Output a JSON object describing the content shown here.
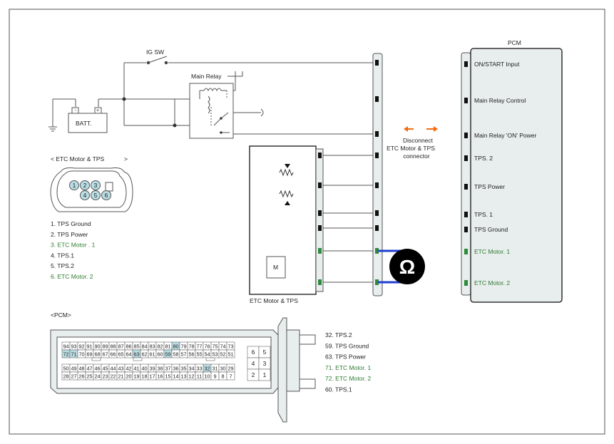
{
  "labels": {
    "ig_sw": "IG SW",
    "main_relay": "Main Relay",
    "battery": "BATT.",
    "battery_neg": "-",
    "battery_pos": "+",
    "pcm_box_title": "PCM",
    "etc_box_title": "ETC Motor & TPS",
    "disconnect_note": [
      "Disconnect",
      "ETC Motor & TPS",
      "connector"
    ],
    "connector_title": "< ETC Motor & TPS",
    "connector_title_arrow": ">",
    "pcm_connector_title": "<PCM>",
    "ohmmeter_symbol": "Ω",
    "motor_symbol": "M"
  },
  "pcm_terminals": [
    {
      "label": "ON/START Input",
      "green": false
    },
    {
      "label": "Main Relay Control",
      "green": false
    },
    {
      "label": "Main Relay 'ON' Power",
      "green": false
    },
    {
      "label": "TPS. 2",
      "green": false
    },
    {
      "label": "TPS Power",
      "green": false
    },
    {
      "label": "TPS. 1",
      "green": false
    },
    {
      "label": "TPS Ground",
      "green": false
    },
    {
      "label": "ETC Motor. 1",
      "green": true
    },
    {
      "label": "ETC Motor. 2",
      "green": true
    }
  ],
  "etc_connector": {
    "pins": [
      "1",
      "2",
      "3",
      "4",
      "5",
      "6"
    ],
    "pin_legend": [
      {
        "text": "1. TPS Ground",
        "green": false
      },
      {
        "text": "2.   TPS Power",
        "green": false
      },
      {
        "text": "3. ETC        Motor      . 1",
        "green": true
      },
      {
        "text": "4. TPS.1",
        "green": false
      },
      {
        "text": "5. TPS.2",
        "green": false
      },
      {
        "text": "6. ETC Motor. 2",
        "green": true
      }
    ]
  },
  "pcm_connector": {
    "row1": [
      "94",
      "93",
      "92",
      "91",
      "90",
      "89",
      "88",
      "87",
      "86",
      "85",
      "84",
      "83",
      "82",
      "81",
      "80",
      "79",
      "78",
      "77",
      "76",
      "75",
      "74",
      "73"
    ],
    "row2": [
      "72",
      "71",
      "70",
      "69",
      "68",
      "67",
      "66",
      "65",
      "64",
      "63",
      "62",
      "61",
      "60",
      "59",
      "58",
      "57",
      "56",
      "55",
      "54",
      "53",
      "52",
      "51"
    ],
    "row3": [
      "50",
      "49",
      "48",
      "47",
      "46",
      "45",
      "44",
      "43",
      "42",
      "41",
      "40",
      "39",
      "38",
      "37",
      "36",
      "35",
      "34",
      "33",
      "32",
      "31",
      "30",
      "29"
    ],
    "row4": [
      "28",
      "27",
      "26",
      "25",
      "24",
      "23",
      "22",
      "21",
      "20",
      "19",
      "18",
      "17",
      "16",
      "15",
      "14",
      "13",
      "12",
      "11",
      "10",
      "9",
      "8",
      "7"
    ],
    "highlighted": [
      "80",
      "72",
      "71",
      "63",
      "59",
      "32"
    ],
    "small_block": [
      [
        "6",
        "5"
      ],
      [
        "4",
        "3"
      ],
      [
        "2",
        "1"
      ]
    ],
    "pin_legend": [
      {
        "text": "32. TPS.2",
        "green": false
      },
      {
        "text": "59. TPS Ground",
        "green": false
      },
      {
        "text": "63.    TPS Power",
        "green": false
      },
      {
        "text": "71. ETC Motor. 1",
        "green": true
      },
      {
        "text": "72. ETC Motor. 2",
        "green": true
      },
      {
        "text": "60. TPS.1",
        "green": false
      }
    ]
  },
  "colors": {
    "highlight_cell": "#b9dde4",
    "green_pin": "#2e8b3a",
    "green_text": "#2e7d32",
    "ohm_lead": "#1f3fcf",
    "arrow_orange": "#f26a10",
    "panel_fill": "#e8eded"
  },
  "icons": [
    "ohmmeter-icon",
    "motor-icon",
    "ground-icon",
    "disconnect-arrow-icon"
  ]
}
